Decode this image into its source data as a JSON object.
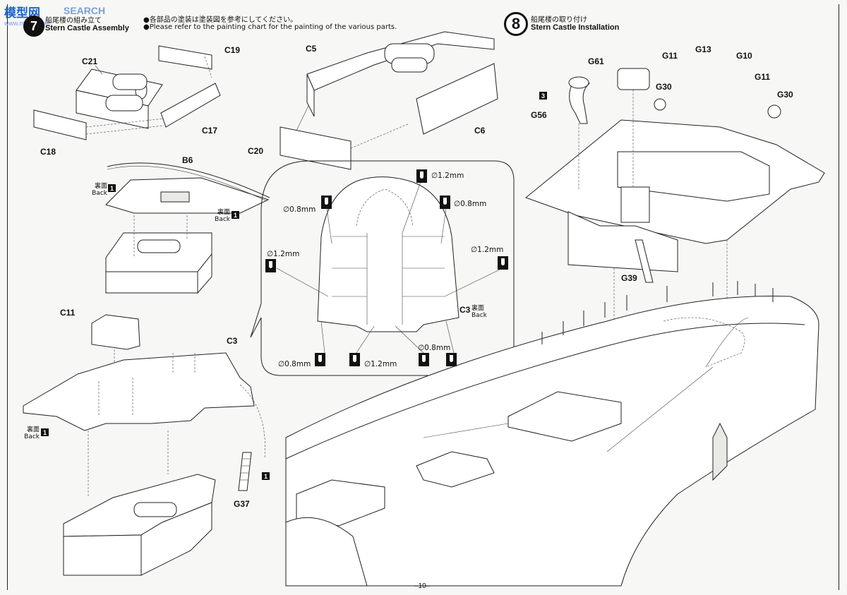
{
  "watermark": {
    "brand": "模型网",
    "search": "SEARCH",
    "url": "www.moxing.net"
  },
  "step7": {
    "number": "7",
    "title_jp": "船尾楼の組み立て",
    "title_en": "Stern Castle Assembly"
  },
  "notes": {
    "jp": "●各部品の塗装は塗装図を参考にしてください。",
    "en": "●Please refer to the painting chart for the painting of the various parts."
  },
  "step8": {
    "number": "8",
    "title_jp": "船尾楼の取り付け",
    "title_en": "Stern Castle Installation"
  },
  "parts": {
    "c21": "C21",
    "c19": "C19",
    "c17": "C17",
    "c18": "C18",
    "c5": "C5",
    "c6": "C6",
    "c20": "C20",
    "b6": "B6",
    "c11": "C11",
    "c3": "C3",
    "g37": "G37",
    "g61": "G61",
    "g11a": "G11",
    "g13": "G13",
    "g10": "G10",
    "g11b": "G11",
    "g30a": "G30",
    "g30b": "G30",
    "g56": "G56",
    "g39": "G39"
  },
  "back_label": {
    "jp": "裏面",
    "en": "Back",
    "ref": "1"
  },
  "ref_box": {
    "g37": "1",
    "g56": "3"
  },
  "detail": {
    "c3_label": "C3",
    "dims": {
      "d1": "∅1.2mm",
      "d2": "∅0.8mm",
      "d3": "∅0.8mm",
      "d4": "∅1.2mm",
      "d5": "∅1.2mm",
      "d6": "∅0.8mm",
      "d7": "∅1.2mm",
      "d8": "∅0.8mm"
    }
  },
  "page_number": "–10–"
}
